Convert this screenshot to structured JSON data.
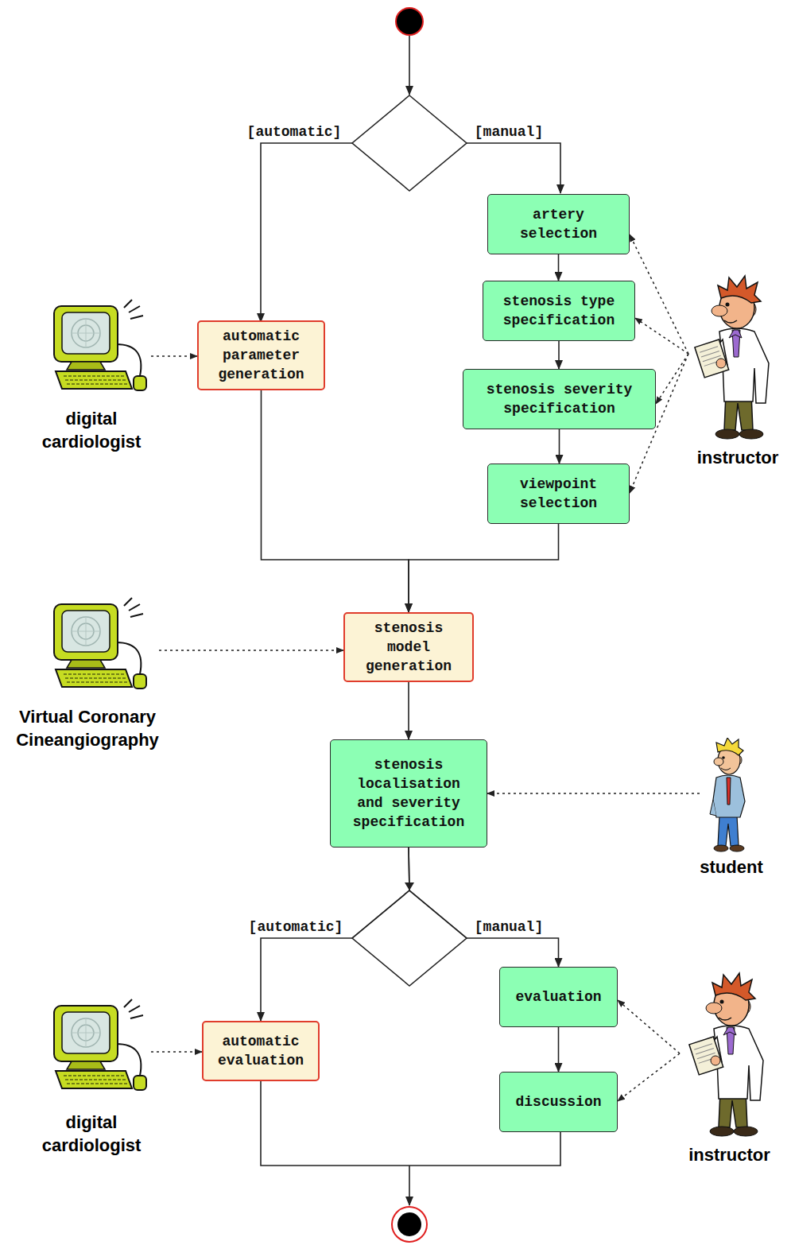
{
  "diagram": {
    "nodes": [
      {
        "text": [
          "artery selection"
        ]
      },
      {
        "text": [
          "stenosis type specification"
        ]
      },
      {
        "text": [
          "automatic parameter generation"
        ]
      },
      {
        "text": [
          "digital cardiologist"
        ]
      },
      {
        "text": [
          "instructor"
        ]
      },
      {
        "text": [
          "stenosis severity specification"
        ]
      },
      {
        "text": [
          "viewpoint selection"
        ]
      },
      {
        "text": [
          "stenosis model generation"
        ]
      },
      {
        "text": [
          "Virtual Coronary Cineangiography"
        ]
      },
      {
        "text": [
          "stenosis localisation and severity specification"
        ]
      },
      {
        "text": [
          "student"
        ]
      },
      {
        "text": [
          "evaluation"
        ]
      },
      {
        "text": [
          "automatic evaluation"
        ]
      },
      {
        "text": [
          "digital cardiologist"
        ]
      },
      {
        "text": [
          "discussion"
        ]
      },
      {
        "text": [
          "instructor"
        ]
      }
    ],
    "edges": [
      {
        "from": 0,
        "to": 1,
        "arrow": "to"
      },
      {
        "from": 1,
        "to": 5,
        "arrow": "to"
      },
      {
        "from": 5,
        "to": 6,
        "arrow": "to"
      },
      {
        "from": 2,
        "to": 7,
        "arrow": "to"
      },
      {
        "from": 6,
        "to": 7,
        "arrow": "to"
      },
      {
        "from": 7,
        "to": 9,
        "arrow": "to"
      },
      {
        "from": 9,
        "to": 12,
        "label": "[automatic]",
        "arrow": "to"
      },
      {
        "from": 9,
        "to": 11,
        "label": "[manual]",
        "arrow": "to"
      },
      {
        "from": 11,
        "to": 14,
        "arrow": "to"
      },
      {
        "from": 3,
        "to": 2,
        "arrow": "to"
      },
      {
        "from": 4,
        "to": 0,
        "arrow": "to"
      },
      {
        "from": 4,
        "to": 1,
        "arrow": "to"
      },
      {
        "from": 4,
        "to": 5,
        "arrow": "to"
      },
      {
        "from": 4,
        "to": 6,
        "arrow": "to"
      },
      {
        "from": 8,
        "to": 7,
        "arrow": "to"
      },
      {
        "from": 10,
        "to": 9,
        "arrow": "to"
      },
      {
        "from": 13,
        "to": 12,
        "arrow": "to"
      },
      {
        "from": 15,
        "to": 11,
        "arrow": "to"
      },
      {
        "from": 15,
        "to": 14,
        "arrow": "to"
      }
    ],
    "labels": [
      "[automatic]",
      "[manual]"
    ]
  }
}
